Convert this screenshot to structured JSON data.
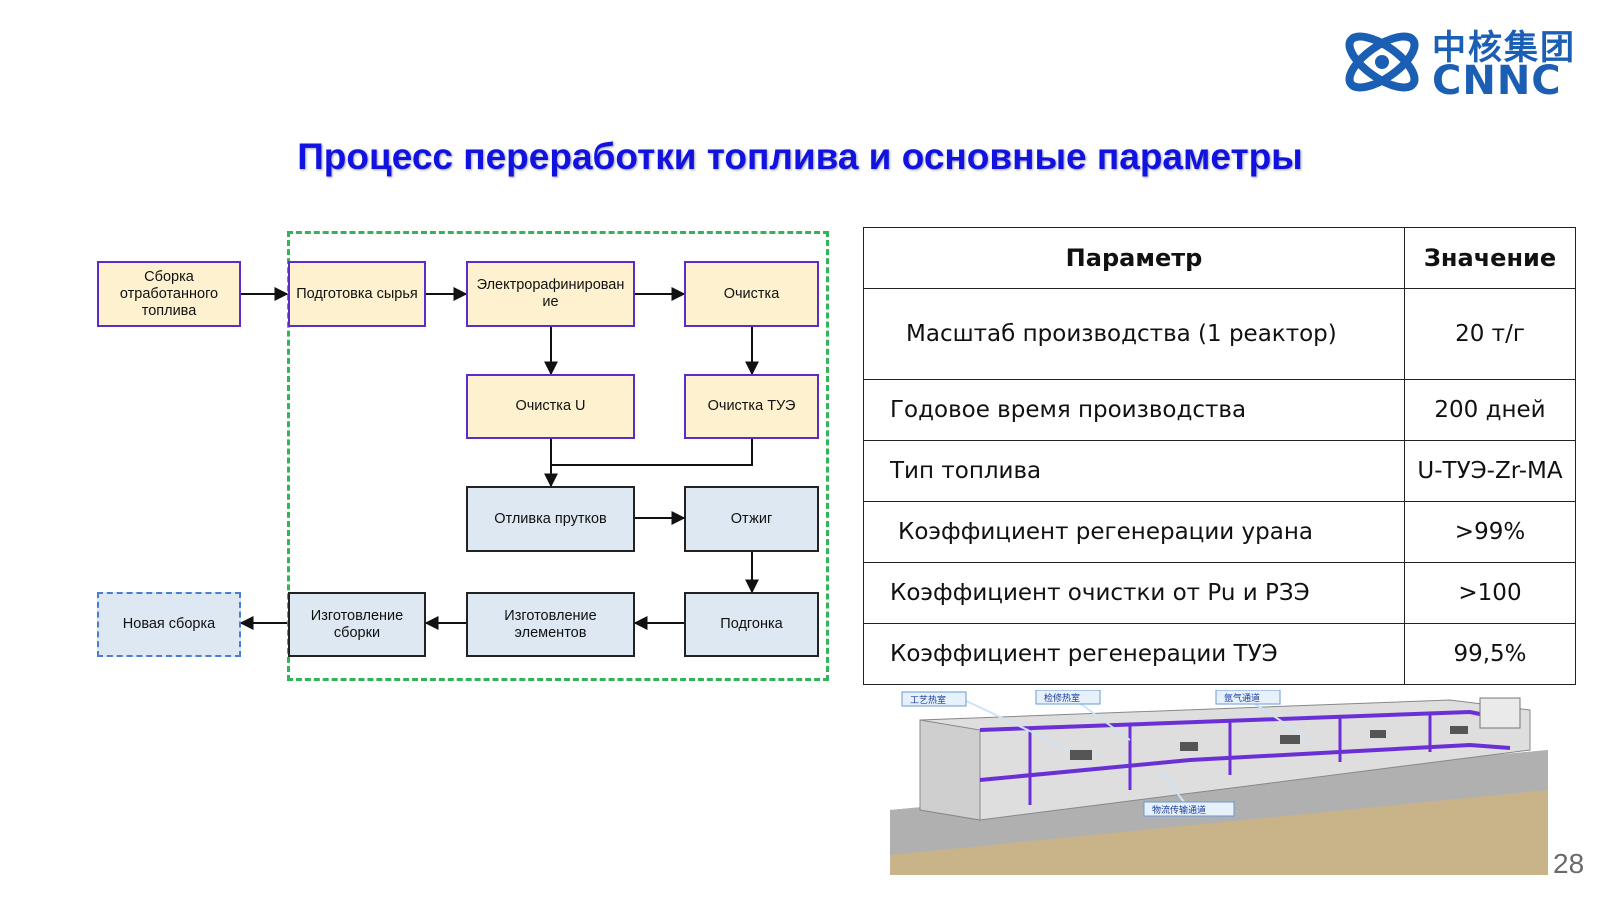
{
  "logo": {
    "chinese": "中核集团",
    "latin": "CNNC"
  },
  "title": "Процесс переработки топлива и основные параметры",
  "flow": {
    "spent_assembly": "Сборка отработанного топлива",
    "feed_prep": "Подготовка сырья",
    "electrorefining": "Электрорафинирован ие",
    "cleaning": "Очистка",
    "cleaning_u": "Очистка U",
    "cleaning_tue": "Очистка ТУЭ",
    "rod_casting": "Отливка прутков",
    "annealing": "Отжиг",
    "fitting": "Подгонка",
    "element_making": "Изготовление элементов",
    "assembly_making": "Изготовление сборки",
    "new_assembly": "Новая сборка"
  },
  "table": {
    "header_param": "Параметр",
    "header_value": "Значение",
    "rows": [
      {
        "param": "Масштаб производства (1 реактор)",
        "value": "20 т/г"
      },
      {
        "param": "Годовое время производства",
        "value": "200 дней"
      },
      {
        "param": "Тип топлива",
        "value": "U-ТУЭ-Zr-MA"
      },
      {
        "param": "Коэффициент регенерации урана",
        "value": ">99%"
      },
      {
        "param": "Коэффициент очистки от Pu и РЗЭ",
        "value": ">100"
      },
      {
        "param": "Коэффициент регенерации ТУЭ",
        "value": "99,5%"
      }
    ]
  },
  "facility_labels": {
    "process_hot_cell": "工艺热室",
    "maintenance_hot_cell": "检修热室",
    "argon_channel": "氩气通道",
    "logistics_channel": "物流传输通道"
  },
  "page_number": "28",
  "colors": {
    "title": "#1212e0",
    "brand": "#1b5fb4",
    "box_yellow": "#fdf1cf",
    "box_blue": "#dde8f2",
    "frame_green": "#32b45c",
    "facility_wall": "#6b2fd6"
  }
}
